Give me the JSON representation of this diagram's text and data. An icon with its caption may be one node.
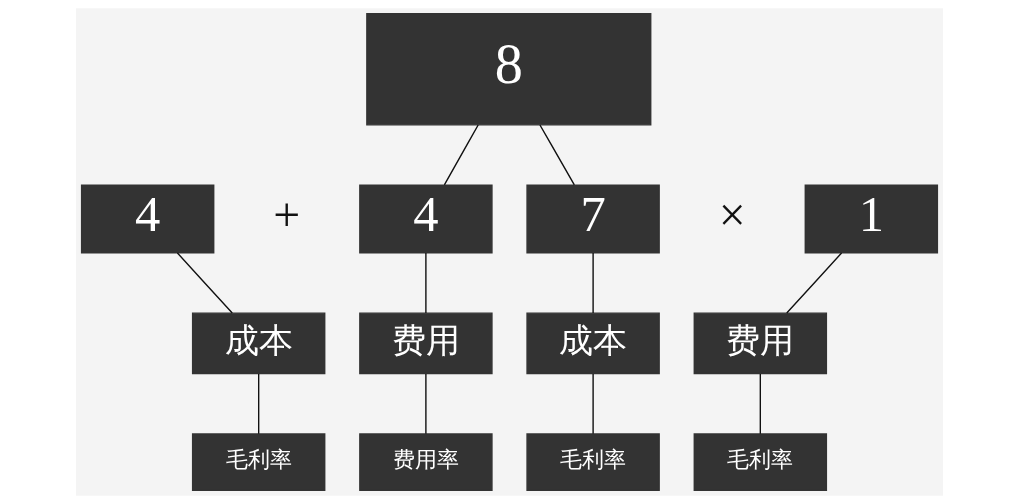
{
  "diagram": {
    "nodes": [
      {
        "text": [
          "8"
        ]
      },
      {
        "text": [
          "4"
        ]
      },
      {
        "text": [
          "4"
        ]
      },
      {
        "text": [
          "7"
        ]
      },
      {
        "text": [
          "1"
        ]
      },
      {
        "text": [
          "成本"
        ]
      },
      {
        "text": [
          "费用"
        ]
      },
      {
        "text": [
          "成本"
        ]
      },
      {
        "text": [
          "费用"
        ]
      },
      {
        "text": [
          "毛利率"
        ]
      },
      {
        "text": [
          "费用率"
        ]
      },
      {
        "text": [
          "毛利率"
        ]
      },
      {
        "text": [
          "毛利率"
        ]
      }
    ],
    "edges": [
      {
        "from": 0,
        "to": 2,
        "arrow": "none"
      },
      {
        "from": 0,
        "to": 3,
        "arrow": "none"
      },
      {
        "from": 1,
        "to": 5,
        "arrow": "none"
      },
      {
        "from": 2,
        "to": 6,
        "arrow": "none"
      },
      {
        "from": 3,
        "to": 7,
        "arrow": "none"
      },
      {
        "from": 4,
        "to": 8,
        "arrow": "none"
      },
      {
        "from": 5,
        "to": 9,
        "arrow": "none"
      },
      {
        "from": 6,
        "to": 10,
        "arrow": "none"
      },
      {
        "from": 7,
        "to": 11,
        "arrow": "none"
      },
      {
        "from": 8,
        "to": 12,
        "arrow": "none"
      }
    ],
    "labels": [
      "+",
      "×"
    ]
  }
}
